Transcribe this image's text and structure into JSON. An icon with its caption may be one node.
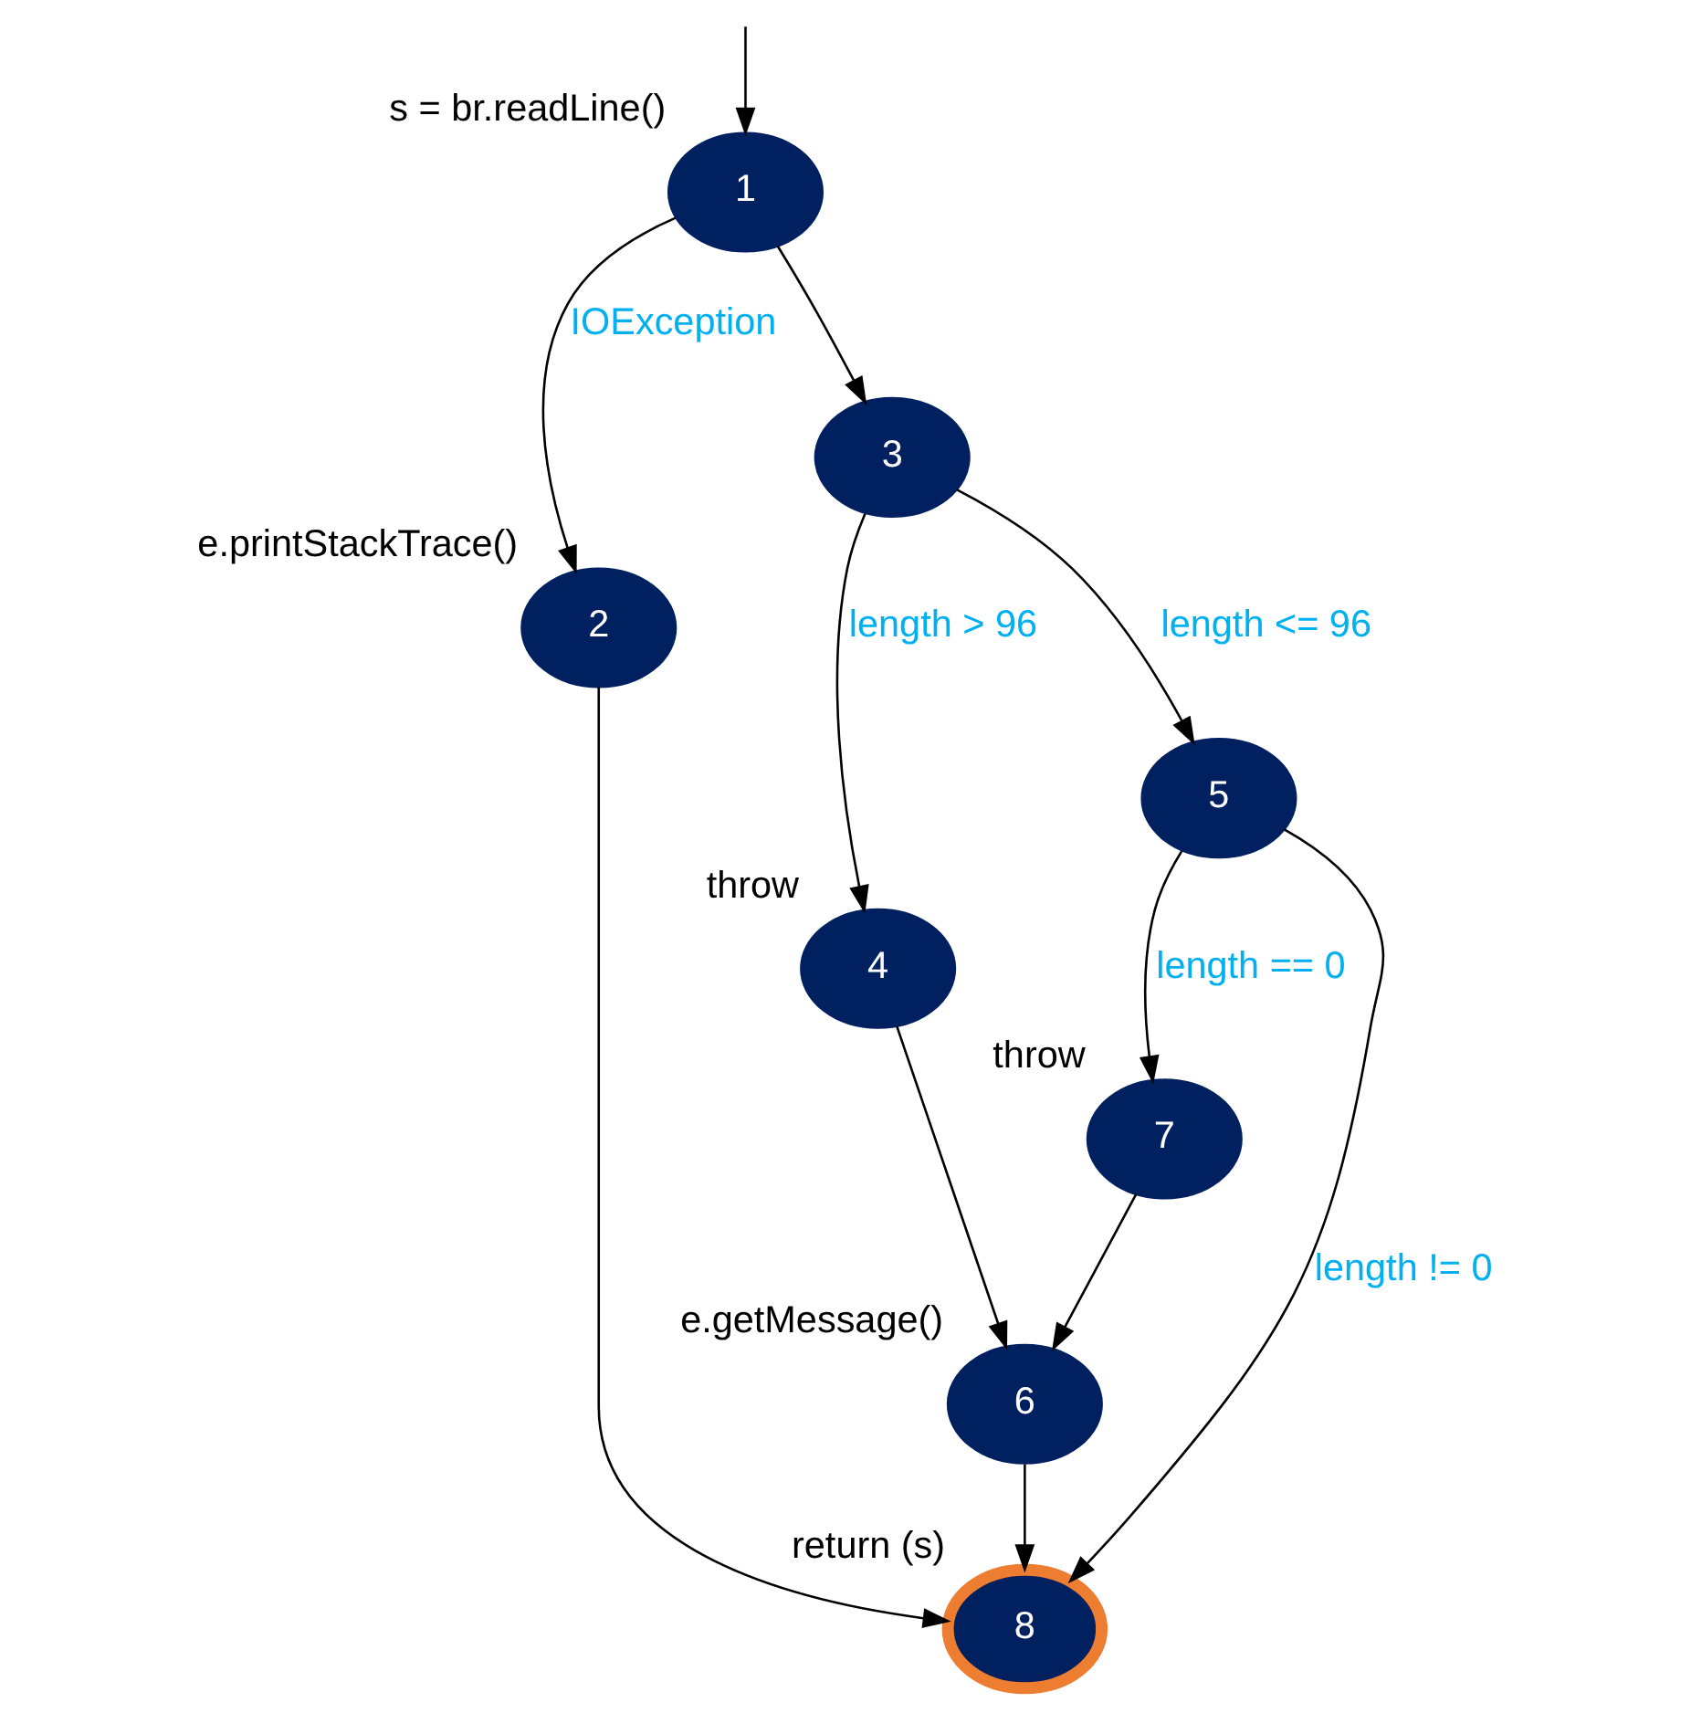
{
  "diagram": {
    "nodes": [
      {
        "text": [
          "1"
        ],
        "beside": [
          "s = br.readLine()"
        ]
      },
      {
        "text": [
          "2"
        ],
        "beside": [
          "e.printStackTrace()"
        ]
      },
      {
        "text": [
          "3"
        ]
      },
      {
        "text": [
          "4"
        ],
        "beside": [
          "throw"
        ]
      },
      {
        "text": [
          "5"
        ]
      },
      {
        "text": [
          "7"
        ],
        "beside": [
          "throw"
        ]
      },
      {
        "text": [
          "6"
        ],
        "beside": [
          "e.getMessage()"
        ]
      },
      {
        "text": [
          "8"
        ],
        "beside": [
          "return (s)"
        ]
      }
    ],
    "edges": [
      {
        "from": null,
        "to": 0,
        "arrow": "to"
      },
      {
        "from": 0,
        "to": 1,
        "arrow": "to",
        "label": "IOException"
      },
      {
        "from": 0,
        "to": 2,
        "arrow": "to"
      },
      {
        "from": 1,
        "to": 7,
        "arrow": "to"
      },
      {
        "from": 2,
        "to": 3,
        "arrow": "to",
        "label": "length > 96"
      },
      {
        "from": 2,
        "to": 4,
        "arrow": "to",
        "label": "length <= 96"
      },
      {
        "from": 3,
        "to": 6,
        "arrow": "to"
      },
      {
        "from": 4,
        "to": 5,
        "arrow": "to",
        "label": "length == 0"
      },
      {
        "from": 4,
        "to": 7,
        "arrow": "to",
        "label": "length != 0"
      },
      {
        "from": 5,
        "to": 6,
        "arrow": "to"
      },
      {
        "from": 6,
        "to": 7,
        "arrow": "to"
      }
    ]
  }
}
